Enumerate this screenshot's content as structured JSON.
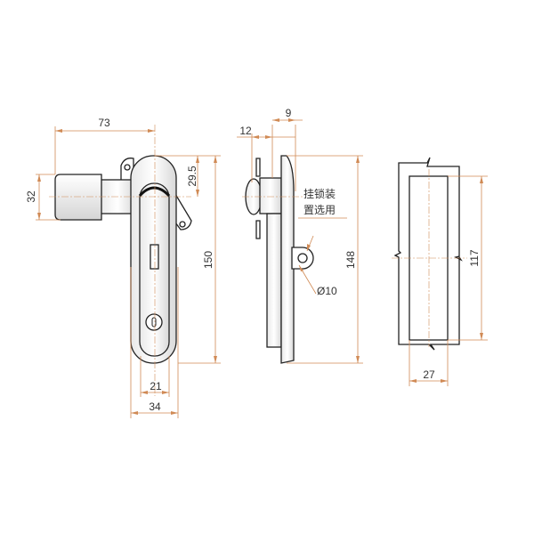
{
  "front_view": {
    "dim_width_total": "73",
    "dim_knob_height": "32",
    "dim_top_offset": "29.5",
    "dim_height": "150",
    "dim_inner_width": "21",
    "dim_outer_width": "34"
  },
  "side_view": {
    "dim_depth_9": "9",
    "dim_depth_12": "12",
    "dim_height": "148",
    "padlock_note_line1": "挂锁装",
    "padlock_note_line2": "置选用",
    "dim_hole_diameter": "Ø10"
  },
  "cutout_view": {
    "dim_height": "117",
    "dim_width": "27"
  },
  "colors": {
    "dimension": "#d08a55",
    "outline": "#222222"
  }
}
